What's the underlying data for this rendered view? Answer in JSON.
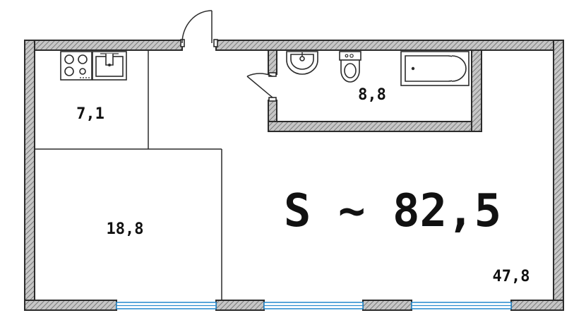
{
  "floor_plan": {
    "total_area": {
      "label": "S ~ 82,5"
    },
    "rooms": [
      {
        "id": "kitchen",
        "area": "7,1"
      },
      {
        "id": "bedroom",
        "area": "18,8"
      },
      {
        "id": "bathroom",
        "area": "8,8"
      },
      {
        "id": "living",
        "area": "47,8"
      }
    ],
    "colors": {
      "wall_hatch": "#bdbdbd",
      "wall_outline": "#2b2b2b",
      "window": "#2f8fd0"
    },
    "fixtures": [
      "stove-icon",
      "kitchen-sink-icon",
      "washbasin-icon",
      "toilet-icon",
      "bathtub-icon"
    ]
  }
}
